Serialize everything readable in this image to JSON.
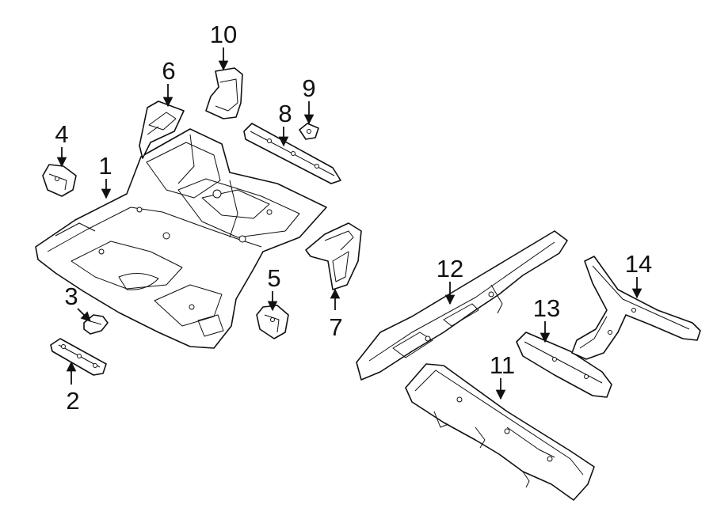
{
  "callouts": [
    {
      "number": "1"
    },
    {
      "number": "2"
    },
    {
      "number": "3"
    },
    {
      "number": "4"
    },
    {
      "number": "5"
    },
    {
      "number": "6"
    },
    {
      "number": "7"
    },
    {
      "number": "8"
    },
    {
      "number": "9"
    },
    {
      "number": "10"
    },
    {
      "number": "11"
    },
    {
      "number": "12"
    },
    {
      "number": "13"
    },
    {
      "number": "14"
    }
  ]
}
